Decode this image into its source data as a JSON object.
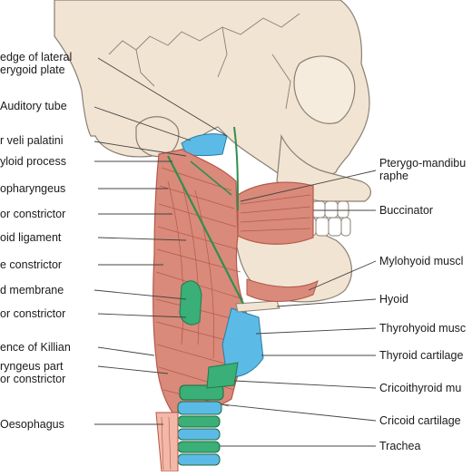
{
  "labels_left": [
    {
      "id": "lateral-pterygoid-plate",
      "lines": [
        "edge of lateral",
        "erygoid plate"
      ]
    },
    {
      "id": "auditory-tube",
      "lines": [
        "Auditory tube"
      ]
    },
    {
      "id": "tensor-veli-palatini",
      "lines": [
        "r veli palatini"
      ]
    },
    {
      "id": "styloid-process",
      "lines": [
        "yloid process"
      ]
    },
    {
      "id": "stylopharyngeus",
      "lines": [
        "opharyngeus"
      ]
    },
    {
      "id": "superior-constrictor",
      "lines": [
        "or constrictor"
      ]
    },
    {
      "id": "stylohyoid-ligament",
      "lines": [
        "oid ligament"
      ]
    },
    {
      "id": "middle-constrictor",
      "lines": [
        "e constrictor"
      ]
    },
    {
      "id": "thyrohyoid-membrane",
      "lines": [
        "d membrane"
      ]
    },
    {
      "id": "inferior-constrictor",
      "lines": [
        "or constrictor"
      ]
    },
    {
      "id": "dehiscence-of-killian",
      "lines": [
        "ence of Killian"
      ]
    },
    {
      "id": "cricopharyngeus-part",
      "lines": [
        "ryngeus part",
        "or constrictor"
      ]
    },
    {
      "id": "oesophagus",
      "lines": [
        "Oesophagus"
      ]
    }
  ],
  "labels_right": [
    {
      "id": "pterygo-mandibular-raphe",
      "lines": [
        "Pterygo-mandibu",
        "raphe"
      ]
    },
    {
      "id": "buccinator",
      "lines": [
        "Buccinator"
      ]
    },
    {
      "id": "mylohyoid-muscle",
      "lines": [
        "Mylohyoid muscl"
      ]
    },
    {
      "id": "hyoid",
      "lines": [
        "Hyoid"
      ]
    },
    {
      "id": "thyrohyoid-muscle",
      "lines": [
        "Thyrohyoid musc"
      ]
    },
    {
      "id": "thyroid-cartilage",
      "lines": [
        "Thyroid cartilage"
      ]
    },
    {
      "id": "cricothyroid-muscle",
      "lines": [
        "Cricoithyroid mu"
      ]
    },
    {
      "id": "cricoid-cartilage",
      "lines": [
        "Cricoid cartilage"
      ]
    },
    {
      "id": "trachea",
      "lines": [
        "Trachea"
      ]
    }
  ],
  "colors": {
    "bone": "#f1e4d2",
    "bone_line": "#8a7f73",
    "muscle": "#d98a7a",
    "muscle_dark": "#b5584a",
    "cartilage_blue": "#5bbbe6",
    "ring_green": "#3aaf78",
    "ligament_green": "#2f8f4f",
    "oesophagus": "#f3b8a8",
    "leader": "#444444"
  }
}
